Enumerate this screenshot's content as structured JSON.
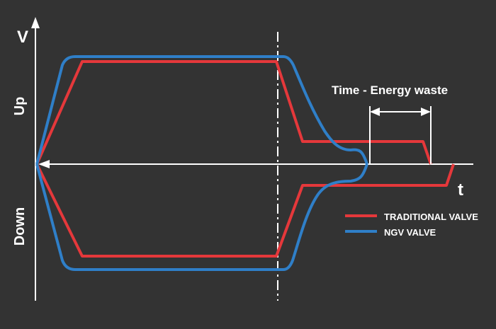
{
  "labels": {
    "y_axis": "V",
    "x_axis": "t",
    "up": "Up",
    "down": "Down",
    "annotation": "Time - Energy waste"
  },
  "legend": [
    {
      "name": "TRADITIONAL VALVE",
      "color": "#e5383b"
    },
    {
      "name": "NGV VALVE",
      "color": "#2f7fc8"
    }
  ],
  "colors": {
    "background": "#333333",
    "axis": "#ffffff",
    "traditional": "#e5383b",
    "ngv": "#2f7fc8"
  }
}
